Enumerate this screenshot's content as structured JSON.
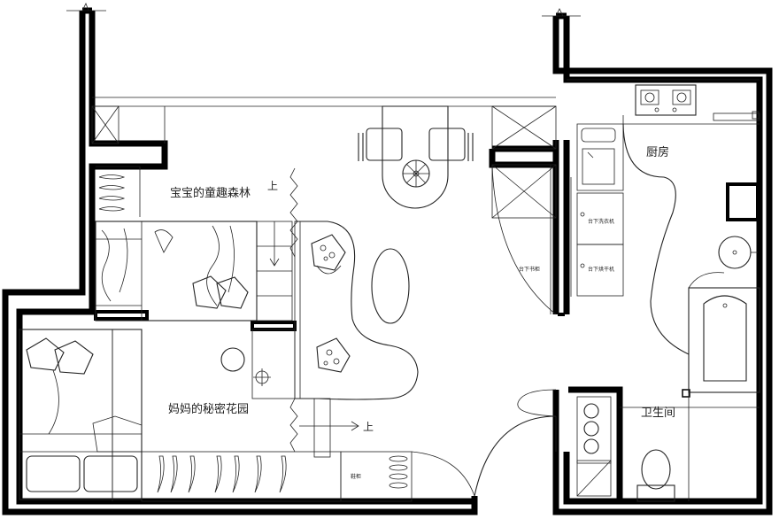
{
  "rooms": {
    "kids_room": "宝宝的童趣森林",
    "master_bedroom": "妈妈的秘密花园",
    "kitchen": "厨房",
    "bathroom": "卫生间"
  },
  "appliances": {
    "washer": "台下洗衣机",
    "dryer": "台下烘干机",
    "cabinet": "台下书柜",
    "shoe_cabinet": "鞋柜"
  },
  "markers": {
    "stair_up_1": "上",
    "stair_up_2": "上"
  }
}
